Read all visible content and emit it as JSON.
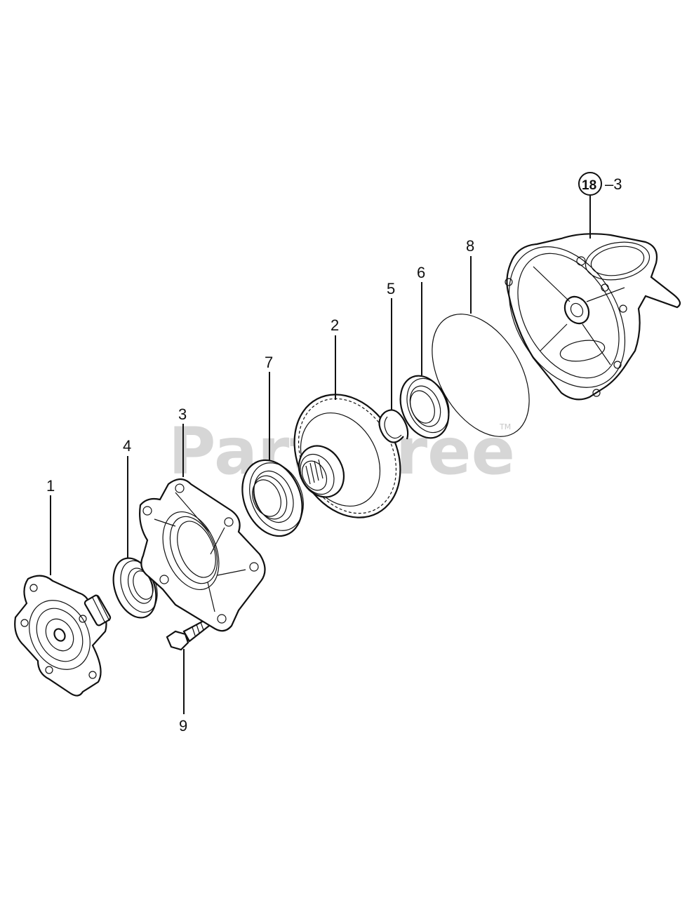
{
  "watermark": {
    "text": "PartsTree",
    "trademark": "TM"
  },
  "callouts": {
    "part1": "1",
    "part2": "2",
    "part3": "3",
    "part4": "4",
    "part5": "5",
    "part6": "6",
    "part7": "7",
    "part8": "8",
    "part9": "9",
    "ref_circle": "18",
    "ref_suffix": "–3"
  }
}
